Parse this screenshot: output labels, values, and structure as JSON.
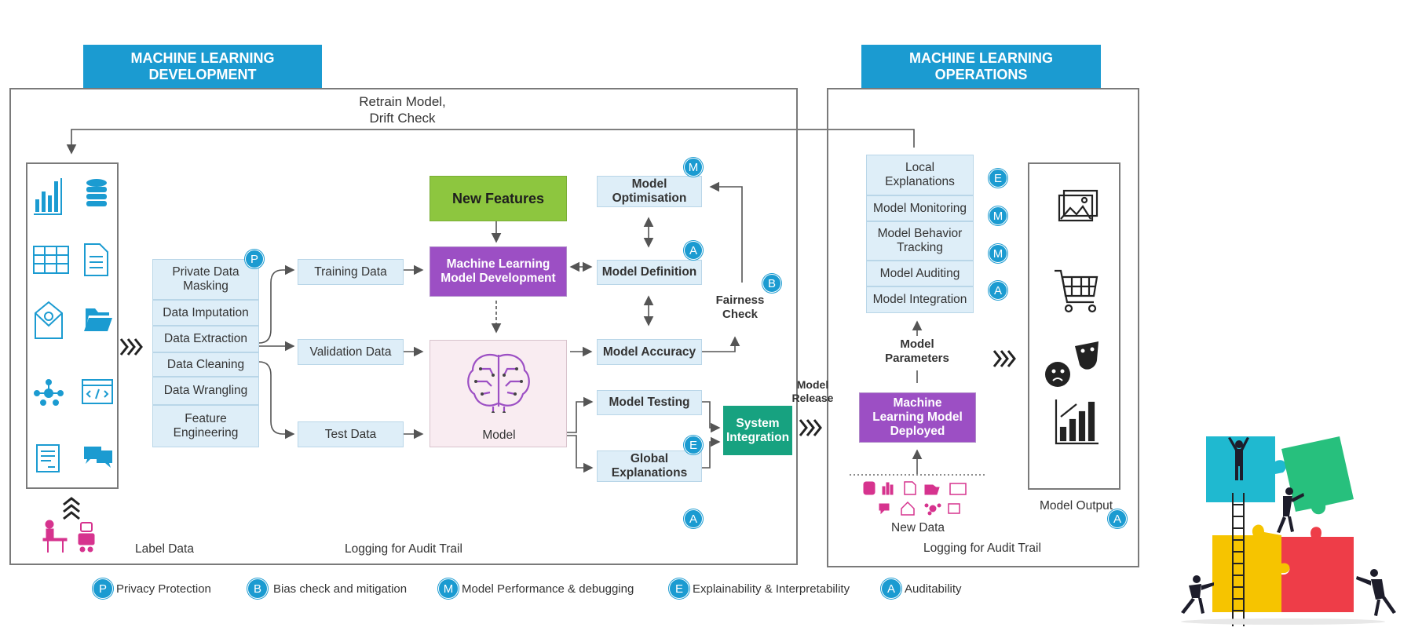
{
  "headers": {
    "ml_development": "MACHINE LEARNING DEVELOPMENT",
    "ml_operations": "MACHINE LEARNING OPERATIONS"
  },
  "retrain": {
    "line1": "Retrain Model,",
    "line2": "Drift Check"
  },
  "data_prep": [
    "Private Data Masking",
    "Data Imputation",
    "Data Extraction",
    "Data Cleaning",
    "Data Wrangling",
    "Feature Engineering"
  ],
  "splits": {
    "training": "Training Data",
    "validation": "Validation Data",
    "test": "Test Data"
  },
  "new_features": "New Features",
  "ml_model_dev": "Machine Learning Model Development",
  "model_label": "Model",
  "model_boxes": {
    "optimisation": "Model Optimisation",
    "definition": "Model Definition",
    "accuracy": "Model Accuracy",
    "testing": "Model Testing",
    "global_explanations": "Global Explanations"
  },
  "fairness_check": "Fairness Check",
  "system_integration": "System Integration",
  "model_release": "Model Release",
  "label_data": "Label Data",
  "logging_dev": "Logging for Audit Trail",
  "ops_list": [
    "Local Explanations",
    "Model Monitoring",
    "Model Behavior Tracking",
    "Model Auditing",
    "Model Integration"
  ],
  "model_parameters": "Model Parameters",
  "ml_model_deployed": "Machine Learning Model Deployed",
  "new_data": "New Data",
  "logging_ops": "Logging for Audit Trail",
  "model_output": "Model Output",
  "badges": {
    "P": "P",
    "B": "B",
    "M": "M",
    "E": "E",
    "A": "A"
  },
  "legend": [
    {
      "letter": "P",
      "label": "Privacy Protection"
    },
    {
      "letter": "B",
      "label": "Bias check and mitigation"
    },
    {
      "letter": "M",
      "label": "Model Performance & debugging"
    },
    {
      "letter": "E",
      "label": "Explainability & Interpretability"
    },
    {
      "letter": "A",
      "label": "Auditability"
    }
  ],
  "colors": {
    "header_blue": "#1b9bd1",
    "light_box": "#deeef8",
    "purple": "#9c4fc4",
    "green": "#8dc63f",
    "teal": "#17a280",
    "magenta": "#d6338e",
    "puzzle_cyan": "#1fb9d0",
    "puzzle_green": "#27c07d",
    "puzzle_yellow": "#f6c400",
    "puzzle_red": "#ee3d48"
  },
  "source_icons": [
    "bar-chart-icon",
    "database-icon",
    "table-grid-icon",
    "document-icon",
    "email-icon",
    "folder-icon",
    "network-icon",
    "code-window-icon",
    "form-icon",
    "chat-icon"
  ],
  "output_icons": [
    "image-gallery-icon",
    "shopping-cart-icon",
    "theater-masks-icon",
    "growth-chart-icon"
  ]
}
